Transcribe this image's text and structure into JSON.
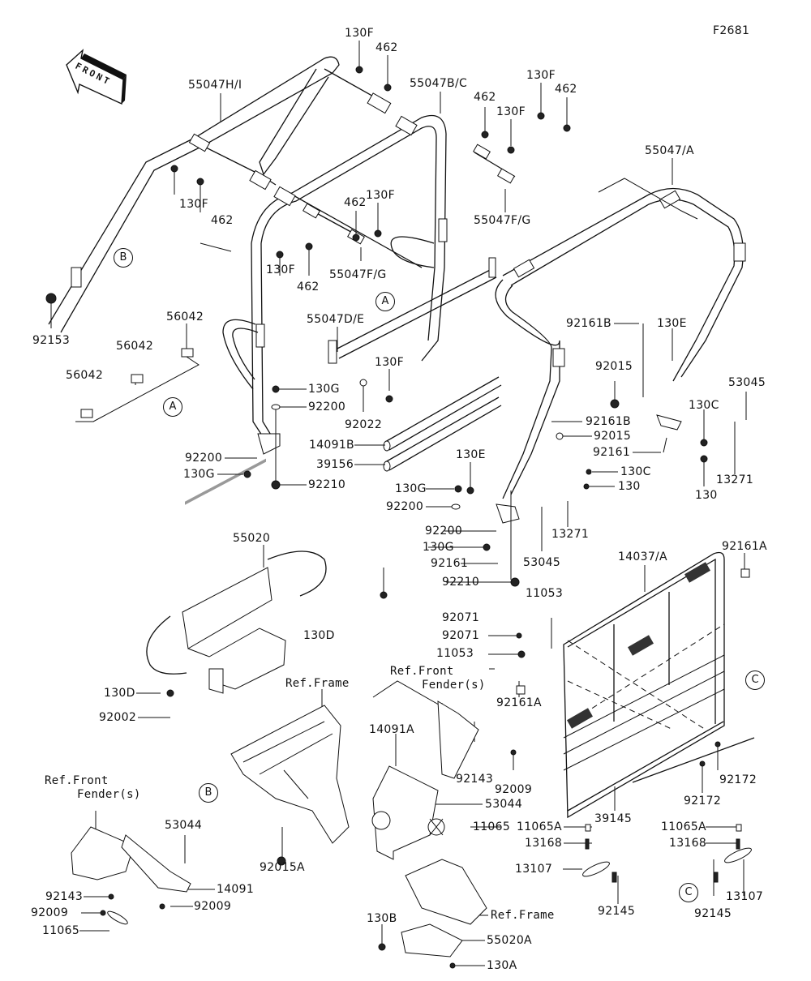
{
  "figure_id": "F2681",
  "front_indicator": "FRONT",
  "callouts": {
    "A": "A",
    "B": "B",
    "C": "C"
  },
  "labels": {
    "l_55047HI": "55047H/I",
    "l_130F_a": "130F",
    "l_462_a": "462",
    "l_55047BC": "55047B/C",
    "l_462_b": "462",
    "l_130F_b": "130F",
    "l_130F_c": "130F",
    "l_462_c": "462",
    "l_55047A": "55047/A",
    "l_55047FG_a": "55047F/G",
    "l_130F_d": "130F",
    "l_462_d": "462",
    "l_462_e": "462",
    "l_130F_e": "130F",
    "l_130F_f": "130F",
    "l_462_f": "462",
    "l_55047FG_b": "55047F/G",
    "l_92153": "92153",
    "l_56042_a": "56042",
    "l_56042_b": "56042",
    "l_56042_c": "56042",
    "l_55047DE": "55047D/E",
    "l_130F_g": "130F",
    "l_92022": "92022",
    "l_130G_a": "130G",
    "l_92200_a": "92200",
    "l_92200_b": "92200",
    "l_130G_b": "130G",
    "l_92210_a": "92210",
    "l_14091B": "14091B",
    "l_39156": "39156",
    "l_92161B_a": "92161B",
    "l_130E_a": "130E",
    "l_92015_a": "92015",
    "l_53045_a": "53045",
    "l_130C_a": "130C",
    "l_92161B_b": "92161B",
    "l_92015_b": "92015",
    "l_92161_a": "92161",
    "l_130_a": "130",
    "l_13271_a": "13271",
    "l_130E_b": "130E",
    "l_130C_b": "130C",
    "l_130_b": "130",
    "l_130G_c": "130G",
    "l_92200_c": "92200",
    "l_13271_b": "13271",
    "l_92200_d": "92200",
    "l_130G_d": "130G",
    "l_53045_b": "53045",
    "l_92161_b": "92161",
    "l_92210_b": "92210",
    "l_55020": "55020",
    "l_130D_a": "130D",
    "l_14037A": "14037/A",
    "l_92161A_a": "92161A",
    "l_11053_a": "11053",
    "l_92071_a": "92071",
    "l_92071_b": "92071",
    "l_11053_b": "11053",
    "l_130D_b": "130D",
    "l_ref_frame_a": "Ref.Frame",
    "l_92002": "92002",
    "l_ref_front_fender_a1": "Ref.Front",
    "l_ref_front_fender_a2": "Fender(s)",
    "l_92161A_b": "92161A",
    "l_14091A": "14091A",
    "l_92143_a": "92143",
    "l_92009_a": "92009",
    "l_92172_a": "92172",
    "l_92172_b": "92172",
    "l_ref_front_fender_b1": "Ref.Front",
    "l_ref_front_fender_b2": "Fender(s)",
    "l_53044_a": "53044",
    "l_53044_b": "53044",
    "l_11065_a": "11065",
    "l_39145": "39145",
    "l_92015A": "92015A",
    "l_11065A_a": "11065A",
    "l_13168_a": "13168",
    "l_11065A_b": "11065A",
    "l_13168_b": "13168",
    "l_92143_b": "92143",
    "l_92009_b": "92009",
    "l_14091": "14091",
    "l_92009_c": "92009",
    "l_11065_b": "11065",
    "l_13107_a": "13107",
    "l_92145_a": "92145",
    "l_13107_b": "13107",
    "l_92145_b": "92145",
    "l_ref_frame_b": "Ref.Frame",
    "l_130B": "130B",
    "l_55020A": "55020A",
    "l_130A": "130A"
  }
}
